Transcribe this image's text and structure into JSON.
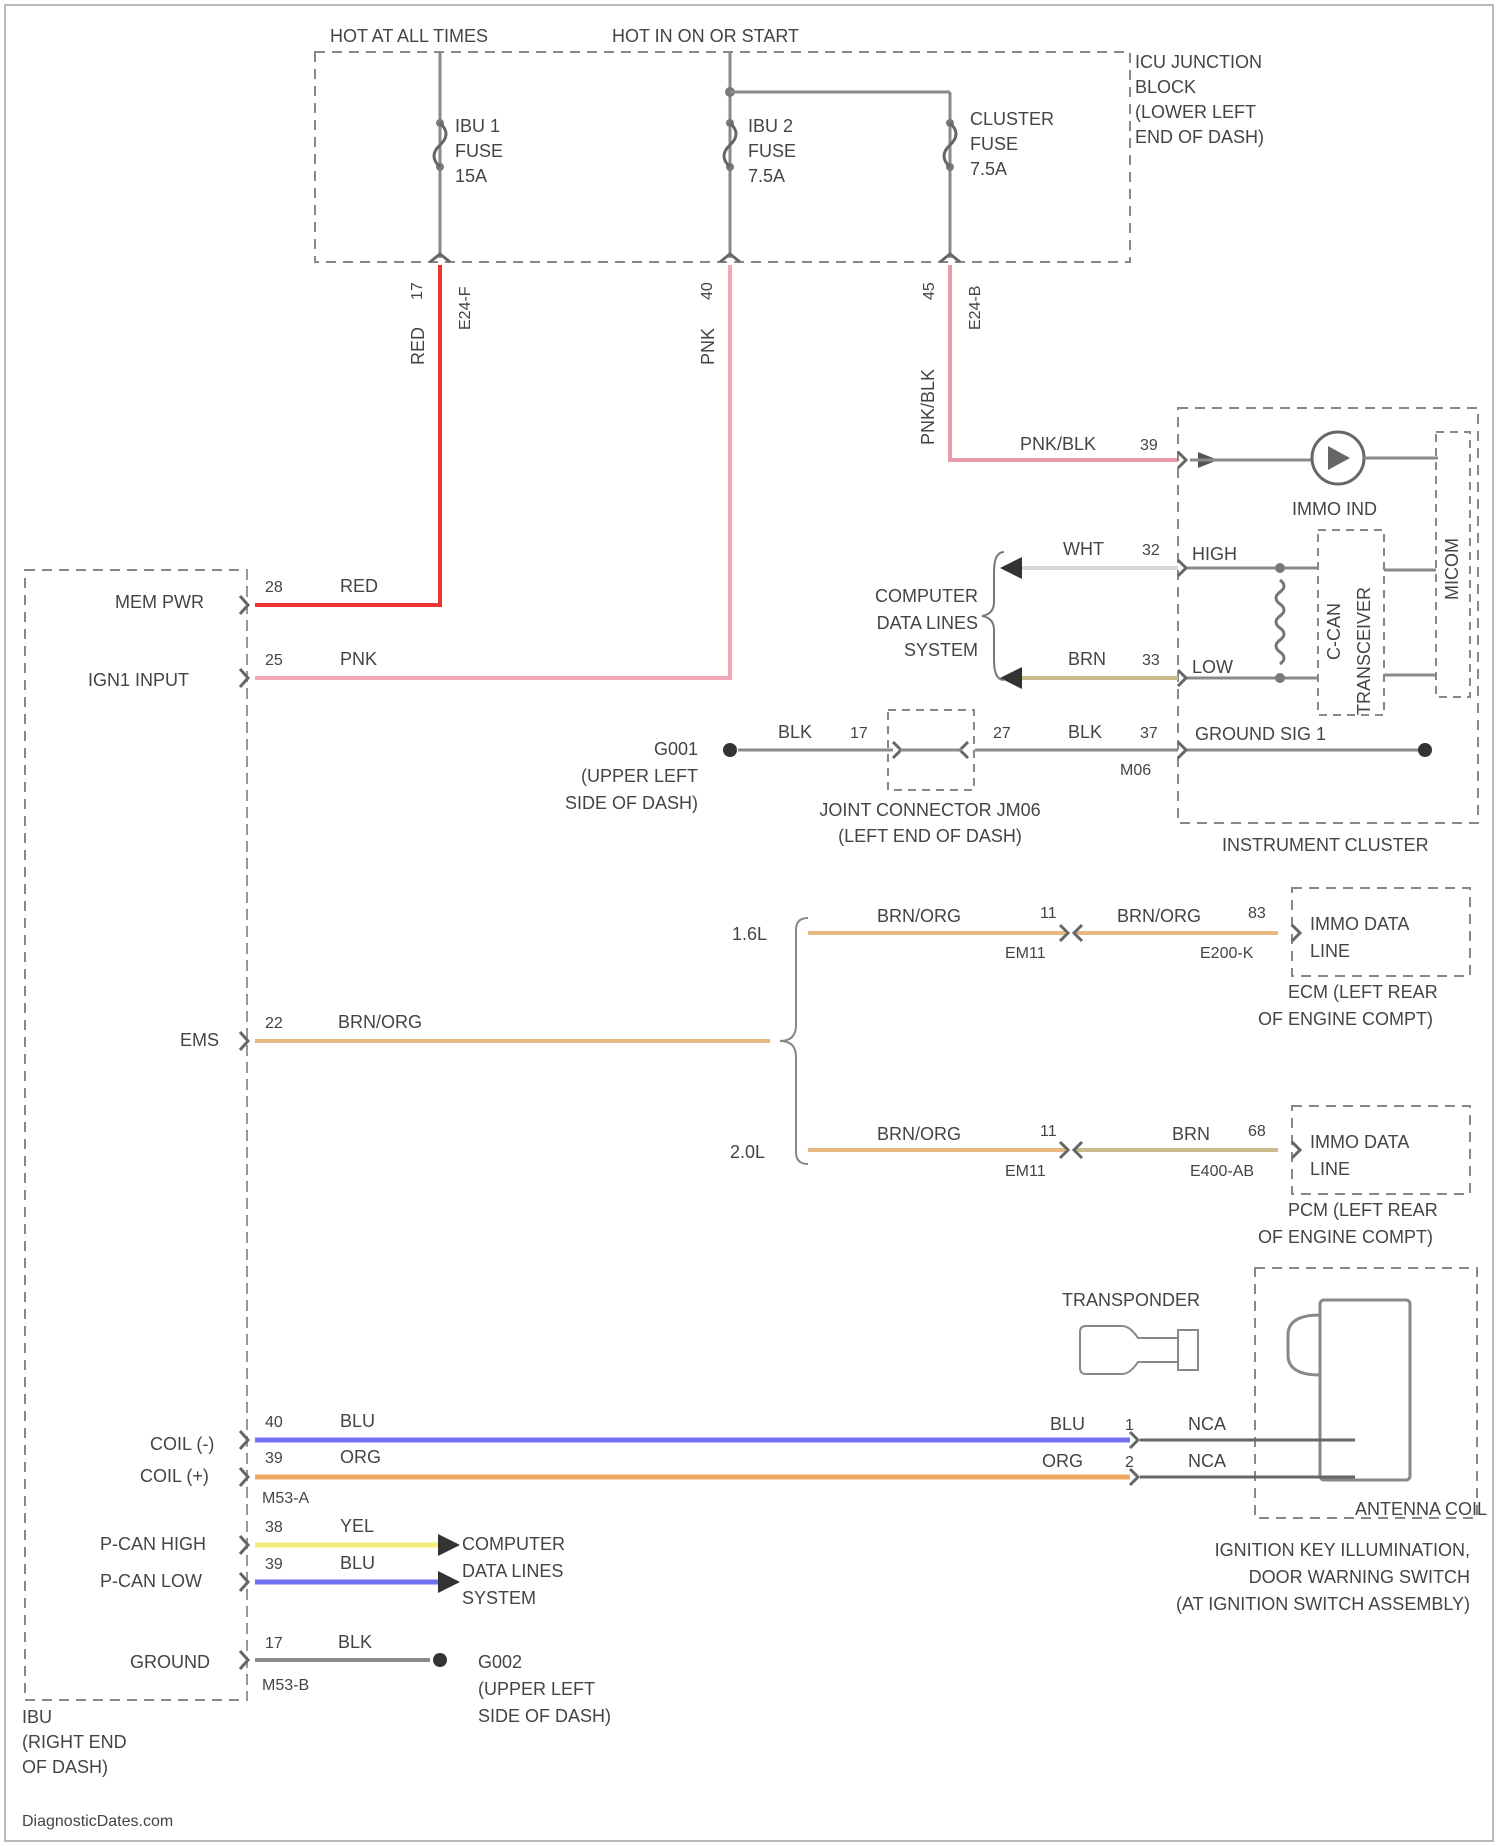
{
  "colors": {
    "red": "#ee3333",
    "pink": "#f4a7b4",
    "pink_blk": "#e89aa8",
    "brown_orange": "#e7b882",
    "brown": "#c9b98c",
    "blue": "#6f6ff0",
    "orange": "#f2a860",
    "yellow": "#f2f07a",
    "gray": "#8a8a8a"
  },
  "power": {
    "hot_at_all_times": "HOT AT ALL TIMES",
    "hot_in_on": "HOT IN ON OR START"
  },
  "junction_block": {
    "label": [
      "ICU JUNCTION",
      "BLOCK",
      "(LOWER LEFT",
      "END OF DASH)"
    ],
    "fuse1": [
      "IBU 1",
      "FUSE",
      "15A"
    ],
    "fuse2": [
      "IBU 2",
      "FUSE",
      "7.5A"
    ],
    "fuse3": [
      "CLUSTER",
      "FUSE",
      "7.5A"
    ],
    "connectors": {
      "c1_pin": "17",
      "c1_conn": "E24-F",
      "c2_pin": "40",
      "c3_pin": "45",
      "c3_conn": "E24-B"
    },
    "wire_labels": {
      "w1": "RED",
      "w2": "PNK",
      "w3": "PNK/BLK"
    }
  },
  "ibu": {
    "label": [
      "IBU",
      "(RIGHT END",
      "OF DASH)"
    ],
    "pins": [
      {
        "name": "MEM PWR",
        "num": "28",
        "wire": "RED"
      },
      {
        "name": "IGN1 INPUT",
        "num": "25",
        "wire": "PNK"
      },
      {
        "name": "EMS",
        "num": "22",
        "wire": "BRN/ORG"
      },
      {
        "name": "COIL (-)",
        "num": "40",
        "wire": "BLU"
      },
      {
        "name": "COIL (+)",
        "num": "39",
        "wire": "ORG"
      },
      {
        "name": "P-CAN HIGH",
        "num": "38",
        "wire": "YEL"
      },
      {
        "name": "P-CAN LOW",
        "num": "39",
        "wire": "BLU"
      },
      {
        "name": "GROUND",
        "num": "17",
        "wire": "BLK"
      }
    ],
    "conn_coil": "M53-A",
    "conn_ground": "M53-B"
  },
  "cluster": {
    "label": "INSTRUMENT CLUSTER",
    "pin_power": "39",
    "power_wire": "PNK/BLK",
    "immo_ind": "IMMO IND",
    "high_label": "HIGH",
    "low_label": "LOW",
    "high_pin": "32",
    "low_pin": "33",
    "high_wire": "WHT",
    "low_wire": "BRN",
    "can_label": [
      "C-CAN",
      "TRANSCEIVER"
    ],
    "micom_label": "MICOM",
    "ground_label": "GROUND SIG 1",
    "ground_pin": "37",
    "ground_conn": "M06",
    "ground_wire": "BLK",
    "cdl_label": [
      "COMPUTER",
      "DATA LINES",
      "SYSTEM"
    ]
  },
  "joint": {
    "label": [
      "JOINT CONNECTOR JM06",
      "(LEFT END OF DASH)"
    ],
    "pin_left": "17",
    "pin_right": "27",
    "wire_left": "BLK"
  },
  "ground_g001": {
    "label": [
      "G001",
      "(UPPER LEFT",
      "SIDE OF DASH)"
    ]
  },
  "engines": {
    "e16": {
      "label": "1.6L",
      "wire1": "BRN/ORG",
      "wire2": "BRN/ORG",
      "conn_pin": "11",
      "conn": "EM11",
      "ecm_pin": "83",
      "ecm_conn": "E200-K",
      "box_label": [
        "IMMO DATA",
        "LINE"
      ],
      "ecm_label": [
        "ECM (LEFT REAR",
        "OF ENGINE COMPT)"
      ]
    },
    "e20": {
      "label": "2.0L",
      "wire1": "BRN/ORG",
      "wire2": "BRN",
      "conn_pin": "11",
      "conn": "EM11",
      "ecm_pin": "68",
      "ecm_conn": "E400-AB",
      "box_label": [
        "IMMO DATA",
        "LINE"
      ],
      "ecm_label": [
        "PCM (LEFT REAR",
        "OF ENGINE COMPT)"
      ]
    }
  },
  "antenna": {
    "transponder": "TRANSPONDER",
    "coil_label": "ANTENNA COIL",
    "pin1": "1",
    "pin2": "2",
    "wire_blu": "BLU",
    "wire_org": "ORG",
    "nca1": "NCA",
    "nca2": "NCA",
    "switch_label": [
      "IGNITION KEY ILLUMINATION,",
      "DOOR WARNING SWITCH",
      "(AT IGNITION SWITCH ASSEMBLY)"
    ]
  },
  "pcan": {
    "cdl_label": [
      "COMPUTER",
      "DATA LINES",
      "SYSTEM"
    ]
  },
  "ground_g002": {
    "label": [
      "G002",
      "(UPPER LEFT",
      "SIDE OF DASH)"
    ]
  },
  "watermark": "DiagnosticDates.com"
}
